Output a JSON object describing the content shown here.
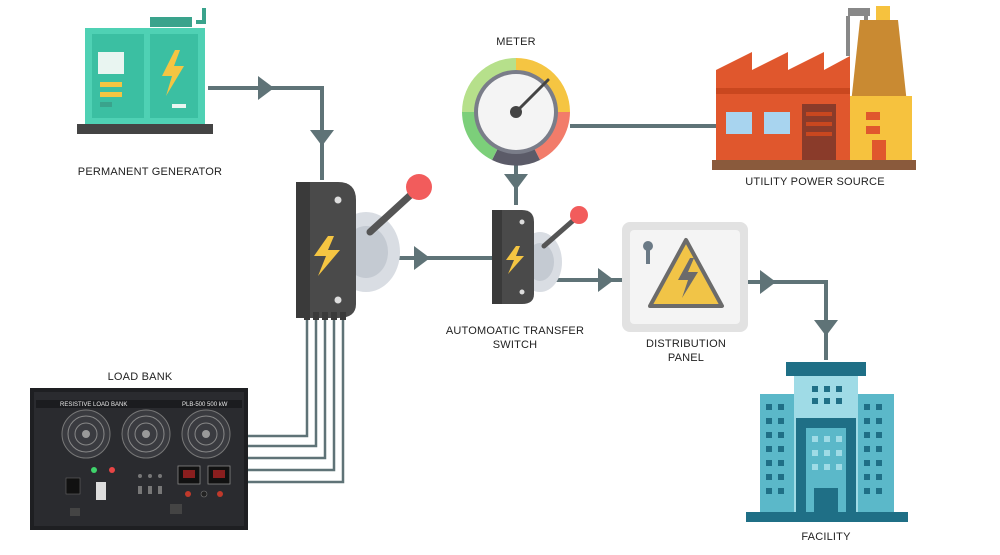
{
  "diagram": {
    "labels": {
      "permanent_generator": "PERMANENT GENERATOR",
      "meter": "METER",
      "utility_power_source": "UTILITY POWER SOURCE",
      "automatic_transfer_switch": "AUTOMOATIC TRANSFER SWITCH",
      "distribution_panel": "DISTRIBUTION PANEL",
      "load_bank": "LOAD BANK",
      "facility": "FACILITY"
    },
    "load_bank_panel": {
      "title": "RESISTIVE LOAD BANK",
      "model": "PLB-500 500 kW"
    },
    "colors": {
      "wire": "#5f7377",
      "generator": "#4fd1b4",
      "switch_body": "#4a4a4a",
      "bolt": "#f5c542",
      "lever_knob": "#f25c5c",
      "factory_red": "#e0572d",
      "factory_yellow": "#f6c23e",
      "building_blue": "#5bb8c9",
      "building_dark": "#1f6f86",
      "panel_bg": "#ececec",
      "warning_yellow": "#f1c447"
    },
    "icons": [
      "generator-icon",
      "meter-icon",
      "factory-icon",
      "transfer-switch-icon",
      "distribution-panel-icon",
      "load-bank-icon",
      "facility-building-icon"
    ]
  }
}
